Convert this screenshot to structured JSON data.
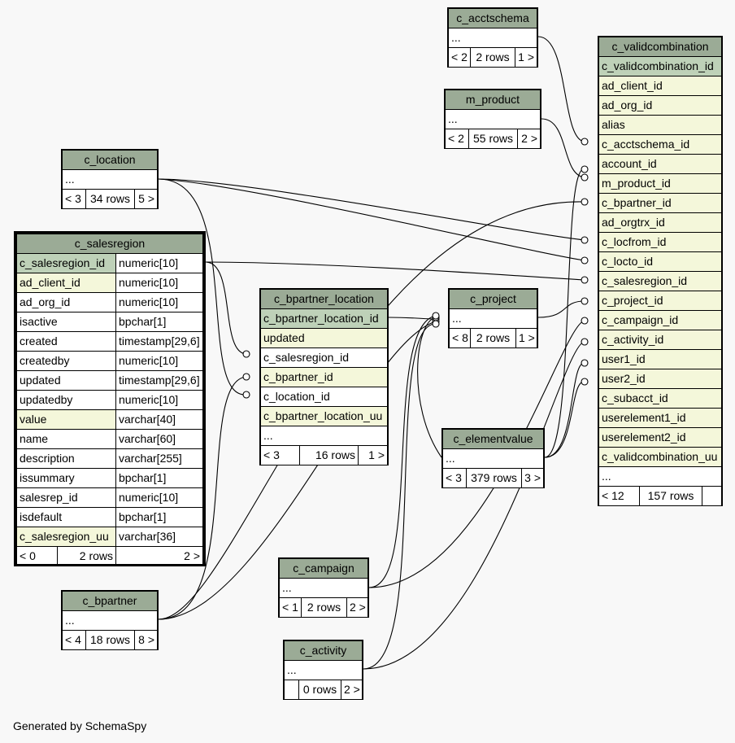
{
  "tables": {
    "c_acctschema": {
      "title": "c_acctschema",
      "dots": "...",
      "parents": "< 2",
      "rows": "2 rows",
      "children": "1 >"
    },
    "m_product": {
      "title": "m_product",
      "dots": "...",
      "parents": "< 2",
      "rows": "55 rows",
      "children": "2 >"
    },
    "c_location": {
      "title": "c_location",
      "dots": "...",
      "parents": "< 3",
      "rows": "34 rows",
      "children": "5 >"
    },
    "c_salesregion": {
      "title": "c_salesregion",
      "columns": [
        {
          "name": "c_salesregion_id",
          "type": "numeric[10]",
          "kind": "pk"
        },
        {
          "name": "ad_client_id",
          "type": "numeric[10]",
          "kind": "fk"
        },
        {
          "name": "ad_org_id",
          "type": "numeric[10]",
          "kind": ""
        },
        {
          "name": "isactive",
          "type": "bpchar[1]",
          "kind": ""
        },
        {
          "name": "created",
          "type": "timestamp[29,6]",
          "kind": ""
        },
        {
          "name": "createdby",
          "type": "numeric[10]",
          "kind": ""
        },
        {
          "name": "updated",
          "type": "timestamp[29,6]",
          "kind": ""
        },
        {
          "name": "updatedby",
          "type": "numeric[10]",
          "kind": ""
        },
        {
          "name": "value",
          "type": "varchar[40]",
          "kind": "fk"
        },
        {
          "name": "name",
          "type": "varchar[60]",
          "kind": ""
        },
        {
          "name": "description",
          "type": "varchar[255]",
          "kind": ""
        },
        {
          "name": "issummary",
          "type": "bpchar[1]",
          "kind": ""
        },
        {
          "name": "salesrep_id",
          "type": "numeric[10]",
          "kind": ""
        },
        {
          "name": "isdefault",
          "type": "bpchar[1]",
          "kind": ""
        },
        {
          "name": "c_salesregion_uu",
          "type": "varchar[36]",
          "kind": "fk"
        }
      ],
      "parents": "< 0",
      "rows": "2 rows",
      "children": "2 >"
    },
    "c_bpartner_location": {
      "title": "c_bpartner_location",
      "columns": [
        {
          "name": "c_bpartner_location_id",
          "kind": "pk"
        },
        {
          "name": "updated",
          "kind": "fk"
        },
        {
          "name": "c_salesregion_id",
          "kind": ""
        },
        {
          "name": "c_bpartner_id",
          "kind": "fk"
        },
        {
          "name": "c_location_id",
          "kind": ""
        },
        {
          "name": "c_bpartner_location_uu",
          "kind": "fk"
        }
      ],
      "dots": "...",
      "parents": "< 3",
      "rows": "16 rows",
      "children": "1 >"
    },
    "c_project": {
      "title": "c_project",
      "dots": "...",
      "parents": "< 8",
      "rows": "2 rows",
      "children": "1 >"
    },
    "c_elementvalue": {
      "title": "c_elementvalue",
      "dots": "...",
      "parents": "< 3",
      "rows": "379 rows",
      "children": "3 >"
    },
    "c_campaign": {
      "title": "c_campaign",
      "dots": "...",
      "parents": "< 1",
      "rows": "2 rows",
      "children": "2 >"
    },
    "c_activity": {
      "title": "c_activity",
      "dots": "...",
      "parents": "",
      "rows": "0 rows",
      "children": "2 >"
    },
    "c_bpartner": {
      "title": "c_bpartner",
      "dots": "...",
      "parents": "< 4",
      "rows": "18 rows",
      "children": "8 >"
    },
    "c_validcombination": {
      "title": "c_validcombination",
      "columns": [
        {
          "name": "c_validcombination_id",
          "kind": "pk"
        },
        {
          "name": "ad_client_id",
          "kind": "fk"
        },
        {
          "name": "ad_org_id",
          "kind": "fk"
        },
        {
          "name": "alias",
          "kind": "fk"
        },
        {
          "name": "c_acctschema_id",
          "kind": "fk"
        },
        {
          "name": "account_id",
          "kind": "fk"
        },
        {
          "name": "m_product_id",
          "kind": "fk"
        },
        {
          "name": "c_bpartner_id",
          "kind": "fk"
        },
        {
          "name": "ad_orgtrx_id",
          "kind": "fk"
        },
        {
          "name": "c_locfrom_id",
          "kind": "fk"
        },
        {
          "name": "c_locto_id",
          "kind": "fk"
        },
        {
          "name": "c_salesregion_id",
          "kind": "fk"
        },
        {
          "name": "c_project_id",
          "kind": "fk"
        },
        {
          "name": "c_campaign_id",
          "kind": "fk"
        },
        {
          "name": "c_activity_id",
          "kind": "fk"
        },
        {
          "name": "user1_id",
          "kind": "fk"
        },
        {
          "name": "user2_id",
          "kind": "fk"
        },
        {
          "name": "c_subacct_id",
          "kind": "fk"
        },
        {
          "name": "userelement1_id",
          "kind": "fk"
        },
        {
          "name": "userelement2_id",
          "kind": "fk"
        },
        {
          "name": "c_validcombination_uu",
          "kind": "fk"
        }
      ],
      "dots": "...",
      "parents": "< 12",
      "rows": "157 rows",
      "children": ""
    }
  },
  "footer": "Generated by SchemaSpy"
}
